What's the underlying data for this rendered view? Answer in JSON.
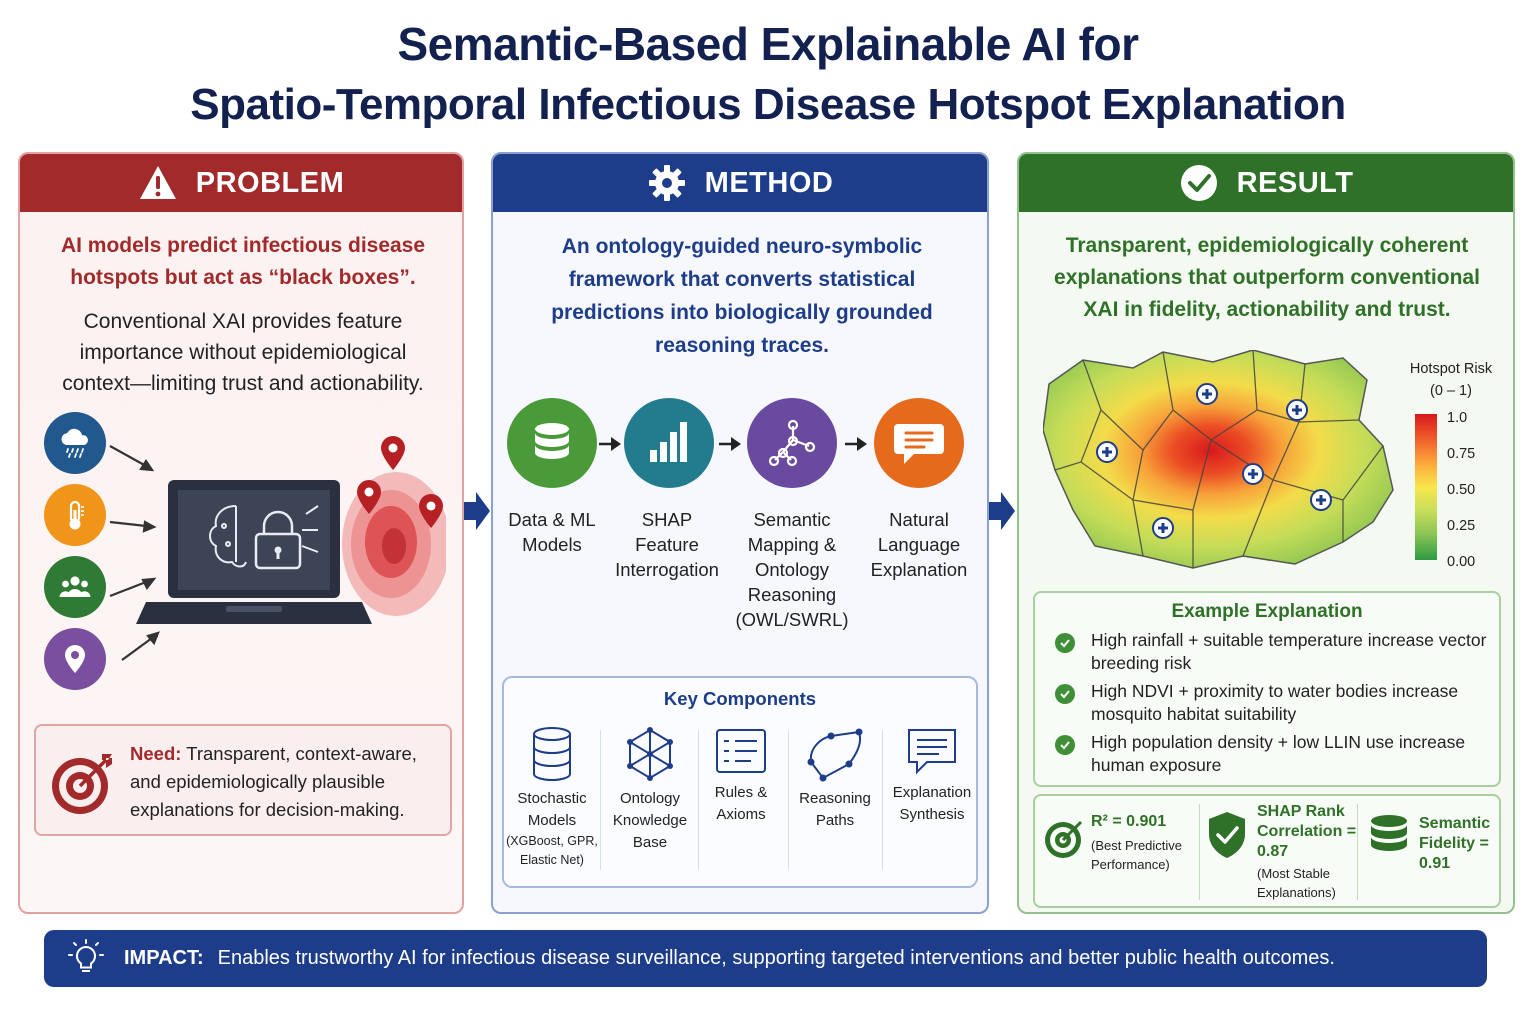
{
  "title": {
    "line1": "Semantic-Based Explainable AI for",
    "line2": "Spatio-Temporal Infectious Disease Hotspot Explanation"
  },
  "problem": {
    "heading": "PROBLEM",
    "lead": "AI models predict infectious disease hotspots but act as “black boxes”.",
    "body": "Conventional XAI provides feature importance without epidemiological context—limiting trust and actionability.",
    "inputs": [
      "rain-cloud-icon",
      "thermometer-icon",
      "people-icon",
      "location-pin-icon"
    ],
    "need_label": "Need:",
    "need_text": " Transparent, context-aware, and epidemiologically plausible explanations for decision-making."
  },
  "method": {
    "heading": "METHOD",
    "lead": "An ontology-guided neuro-symbolic framework that converts statistical predictions into biologically grounded reasoning traces.",
    "steps": [
      {
        "label": "Data & ML Models",
        "icon": "database-icon",
        "color": "#4a9a3a"
      },
      {
        "label": "SHAP Feature Interrogation",
        "icon": "bar-chart-icon",
        "color": "#227c8e"
      },
      {
        "label": "Semantic Mapping & Ontology Reasoning (OWL/SWRL)",
        "icon": "graph-icon",
        "color": "#6a4a9e"
      },
      {
        "label": "Natural Language Explanation",
        "icon": "speech-bubble-icon",
        "color": "#e56a1c"
      }
    ],
    "key_components": {
      "title": "Key Components",
      "items": [
        {
          "label": "Stochastic Models",
          "sub": "(XGBoost, GPR, Elastic Net)"
        },
        {
          "label": "Ontology Knowledge Base",
          "sub": ""
        },
        {
          "label": "Rules & Axioms",
          "sub": ""
        },
        {
          "label": "Reasoning Paths",
          "sub": ""
        },
        {
          "label": "Explanation Synthesis",
          "sub": ""
        }
      ]
    }
  },
  "result": {
    "heading": "RESULT",
    "lead": "Transparent, epidemiologically coherent explanations that outperform conventional XAI in fidelity, actionability and trust.",
    "legend": {
      "title": "Hotspot Risk",
      "range": "(0 – 1)",
      "ticks": [
        "1.0",
        "0.75",
        "0.50",
        "0.25",
        "0.00"
      ]
    },
    "example": {
      "title": "Example Explanation",
      "items": [
        "High rainfall + suitable temperature increase vector breeding risk",
        "High NDVI + proximity to water bodies increase mosquito habitat suitability",
        "High population density + low LLIN use increase human exposure"
      ]
    },
    "metrics": [
      {
        "main": "R² = 0.901",
        "sub": "(Best Predictive Performance)"
      },
      {
        "main": "SHAP Rank Correlation = 0.87",
        "sub": "(Most Stable Explanations)"
      },
      {
        "main": "Semantic Fidelity = 0.91",
        "sub": ""
      }
    ]
  },
  "impact": {
    "label": "IMPACT:",
    "text": "Enables trustworthy AI for infectious disease surveillance, supporting targeted interventions and better public health outcomes."
  }
}
